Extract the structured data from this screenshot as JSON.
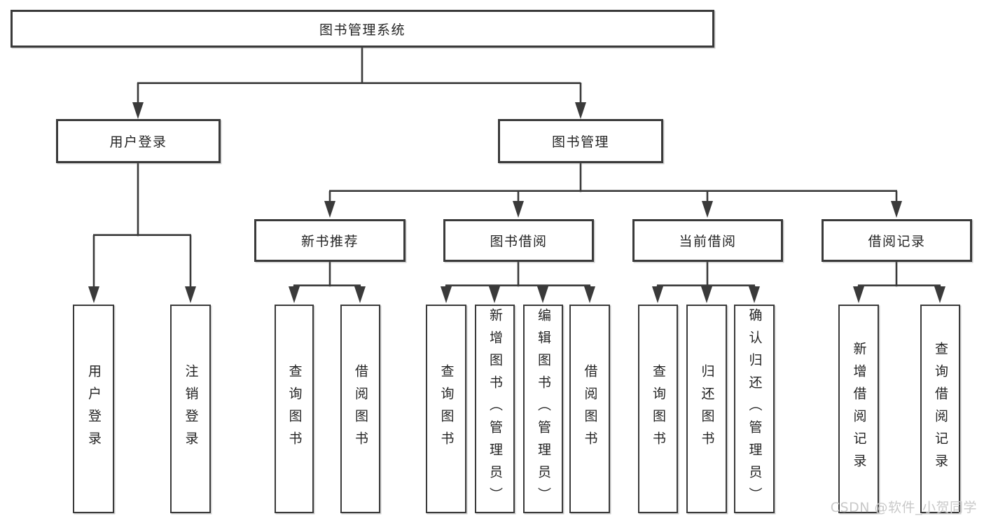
{
  "diagram": {
    "title": "图书管理系统",
    "branches": [
      {
        "label": "用户登录",
        "leaves": [
          "用户登录",
          "注销登录"
        ]
      },
      {
        "label": "图书管理",
        "groups": [
          {
            "label": "新书推荐",
            "leaves": [
              "查询图书",
              "借阅图书"
            ]
          },
          {
            "label": "图书借阅",
            "leaves": [
              "查询图书",
              "新增图书（管理员）",
              "编辑图书（管理员）",
              "借阅图书"
            ]
          },
          {
            "label": "当前借阅",
            "leaves": [
              "查询图书",
              "归还图书",
              "确认归还（管理员）"
            ]
          },
          {
            "label": "借阅记录",
            "leaves": [
              "新增借阅记录",
              "查询借阅记录"
            ]
          }
        ]
      }
    ]
  },
  "watermark": "CSDN @软件_小贺同学",
  "colors": {
    "line": "#3a3a3a",
    "text": "#242424",
    "background": "#ffffff",
    "watermark": "#c6c6c6"
  }
}
